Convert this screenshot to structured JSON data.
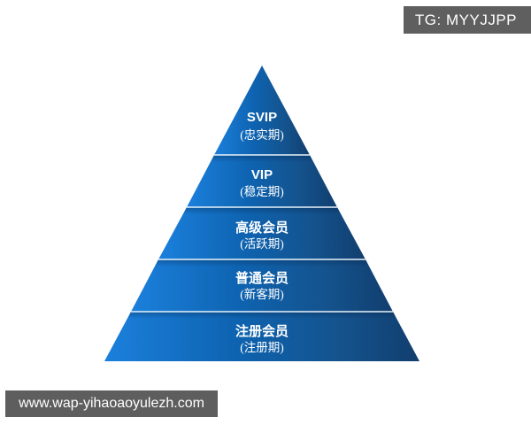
{
  "badge": {
    "label": "TG: MYYJJPP"
  },
  "watermark": {
    "url": "www.wap-yihaoaoyulezh.com"
  },
  "pyramid": {
    "tiers": [
      {
        "label": "SVIP",
        "sublabel": "(忠实期)"
      },
      {
        "label": "VIP",
        "sublabel": "(稳定期)"
      },
      {
        "label": "高级会员",
        "sublabel": "(活跃期)"
      },
      {
        "label": "普通会员",
        "sublabel": "(新客期)"
      },
      {
        "label": "注册会员",
        "sublabel": "(注册期)"
      }
    ],
    "colors": {
      "left": "#1b80dc",
      "mid": "#0e63b0",
      "right2": "#14538e",
      "right": "#113e6e",
      "separator": "#e8f3fb"
    }
  }
}
